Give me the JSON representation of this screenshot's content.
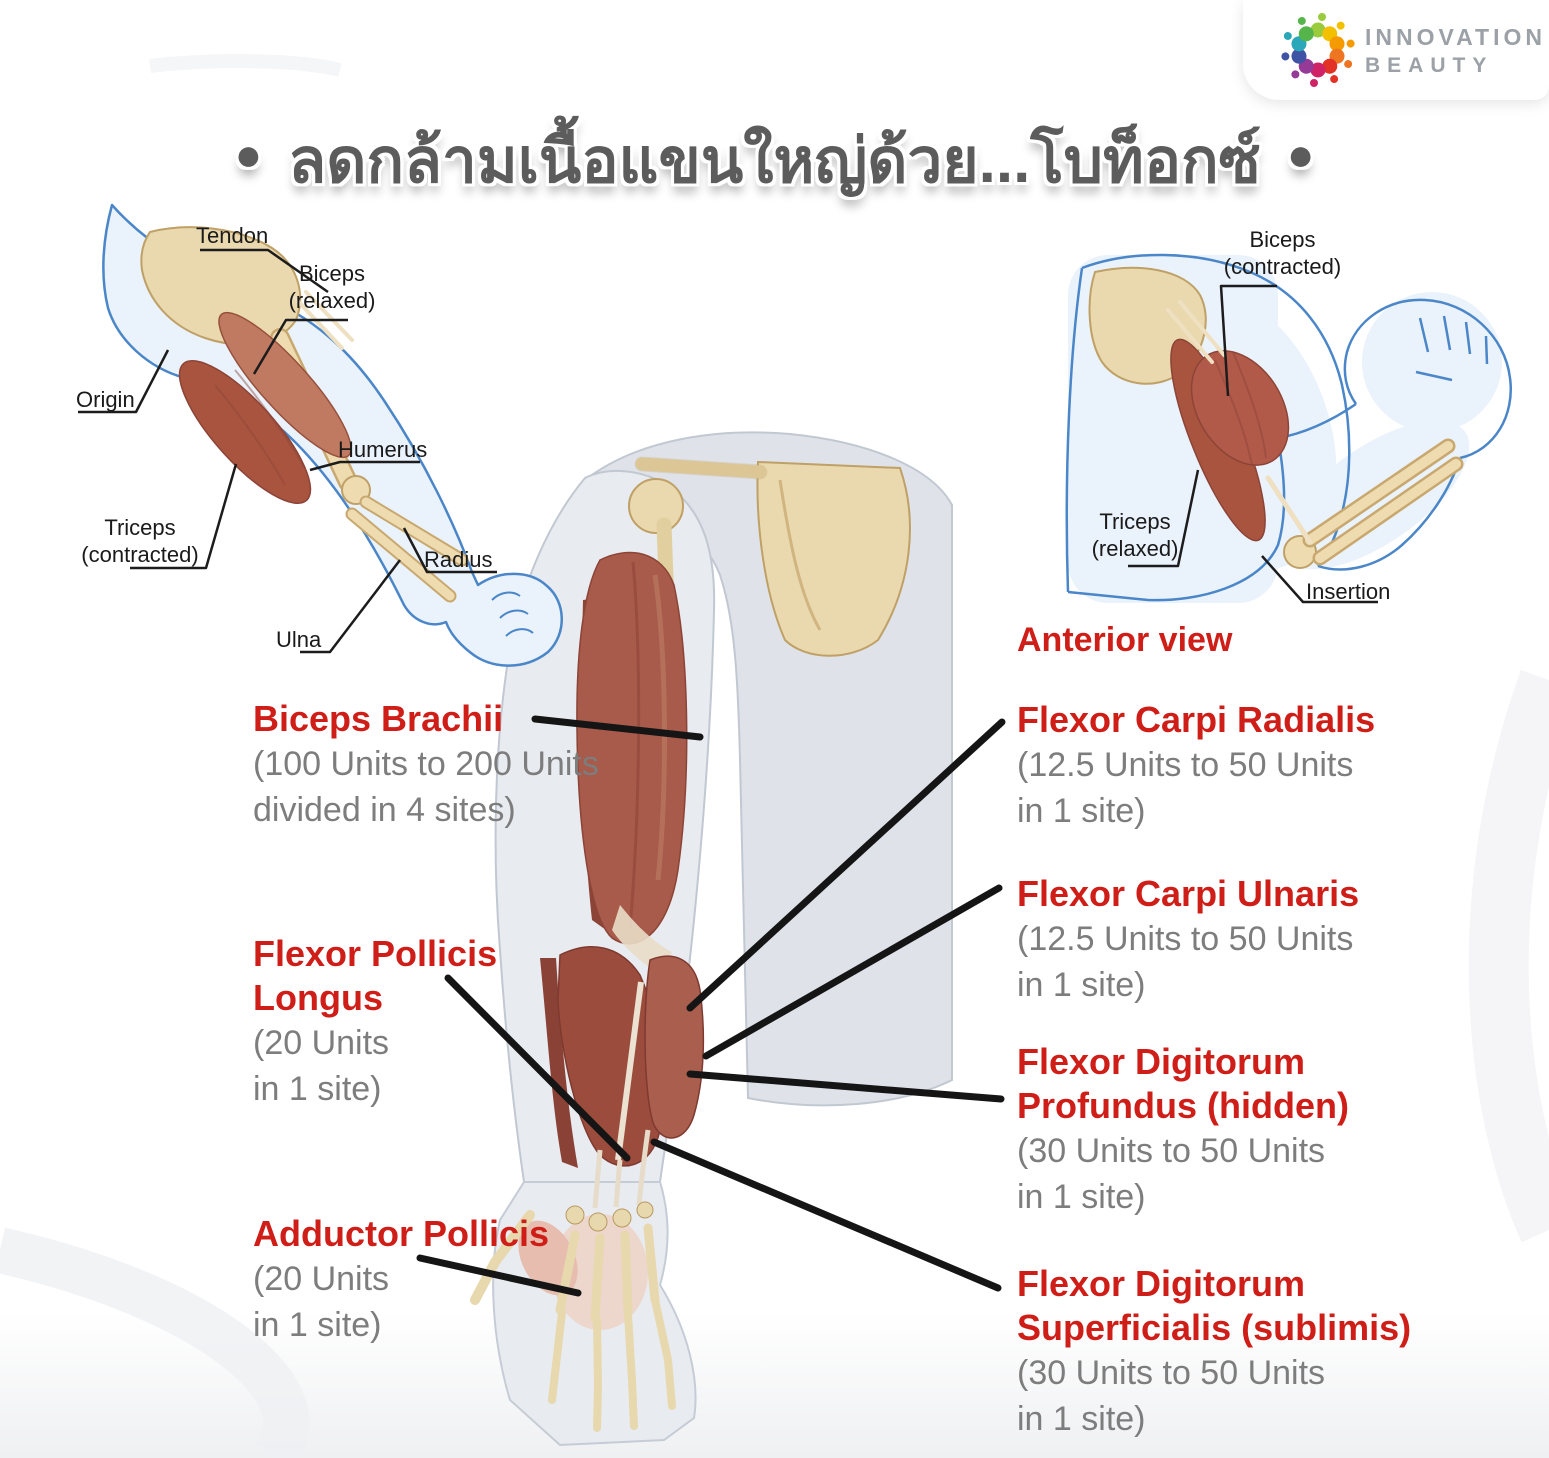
{
  "logo": {
    "name_line1": "INNOVATION",
    "name_line2": "BEAUTY"
  },
  "title": {
    "bullet_left": "●",
    "text": "ลดกล้ามเนื้อแขนใหญ่ด้วย...โบท็อกซ์",
    "bullet_right": "●"
  },
  "left_diagram": {
    "tendon": "Tendon",
    "biceps_line1": "Biceps",
    "biceps_line2": "(relaxed)",
    "origin": "Origin",
    "humerus": "Humerus",
    "triceps_line1": "Triceps",
    "triceps_line2": "(contracted)",
    "radius": "Radius",
    "ulna": "Ulna"
  },
  "right_diagram": {
    "biceps_line1": "Biceps",
    "biceps_line2": "(contracted)",
    "triceps_line1": "Triceps",
    "triceps_line2": "(relaxed)",
    "insertion": "Insertion"
  },
  "center": {
    "anterior_view": "Anterior view"
  },
  "injections_left": {
    "biceps_brachii": {
      "name": "Biceps Brachii",
      "dose_line1": "(100 Units to 200 Units",
      "dose_line2": "divided in 4 sites)"
    },
    "flexor_pollicis_longus": {
      "name_line1": "Flexor Pollicis",
      "name_line2": "Longus",
      "dose_line1": "(20 Units",
      "dose_line2": "in 1 site)"
    },
    "adductor_pollicis": {
      "name": "Adductor Pollicis",
      "dose_line1": "(20 Units",
      "dose_line2": "in 1 site)"
    }
  },
  "injections_right": {
    "flexor_carpi_radialis": {
      "name": "Flexor Carpi Radialis",
      "dose_line1": "(12.5 Units to 50 Units",
      "dose_line2": "in 1 site)"
    },
    "flexor_carpi_ulnaris": {
      "name": "Flexor Carpi Ulnaris",
      "dose_line1": "(12.5 Units to 50 Units",
      "dose_line2": "in 1 site)"
    },
    "flexor_digitorum_profundus": {
      "name_line1": "Flexor Digitorum",
      "name_line2": "Profundus (hidden)",
      "dose_line1": "(30 Units to 50 Units",
      "dose_line2": "in 1 site)"
    },
    "flexor_digitorum_superficialis": {
      "name_line1": "Flexor Digitorum",
      "name_line2": "Superficialis (sublimis)",
      "dose_line1": "(30 Units to 50 Units",
      "dose_line2": "in 1 site)"
    }
  },
  "colors": {
    "accent_red": "#cf1d17",
    "gray_text": "#7d7d7d",
    "title_gray": "#5c5c5c",
    "leader_black": "#151515",
    "outline_blue": "#4a86c8",
    "muscle_red": "#a85a4b",
    "bone_tan": "#e9d8ac"
  }
}
